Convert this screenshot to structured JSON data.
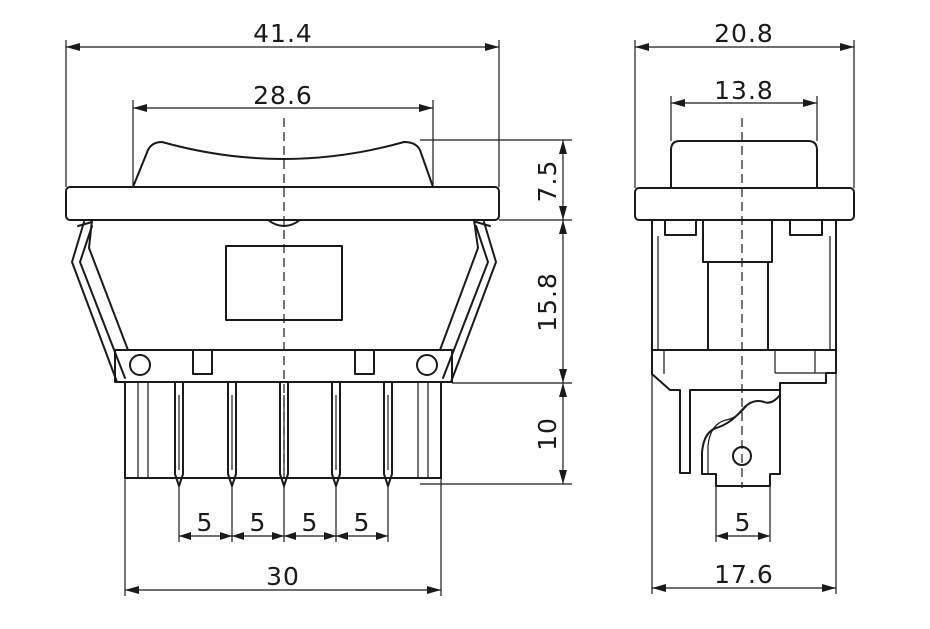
{
  "front_view": {
    "overall_width": "41.4",
    "rocker_width": "28.6",
    "rocker_height": "7.5",
    "body_height": "15.8",
    "terminal_length": "10",
    "pitch_1": "5",
    "pitch_2": "5",
    "pitch_3": "5",
    "pitch_4": "5",
    "base_width": "30"
  },
  "side_view": {
    "overall_depth": "20.8",
    "rocker_depth": "13.8",
    "terminal_width": "5",
    "base_depth": "17.6"
  },
  "colors": {
    "line": "#1a1a1a",
    "background": "#ffffff"
  }
}
